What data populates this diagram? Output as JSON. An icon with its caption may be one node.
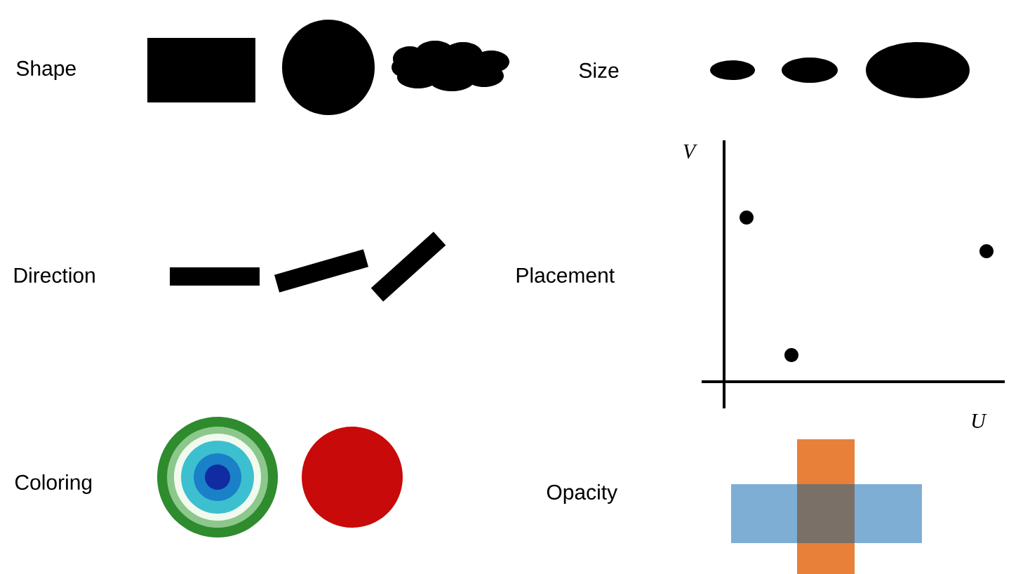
{
  "diagram": {
    "labels": [
      "Shape",
      "Size",
      "Direction",
      "Placement",
      "V",
      "U",
      "Coloring",
      "Opacity"
    ]
  }
}
